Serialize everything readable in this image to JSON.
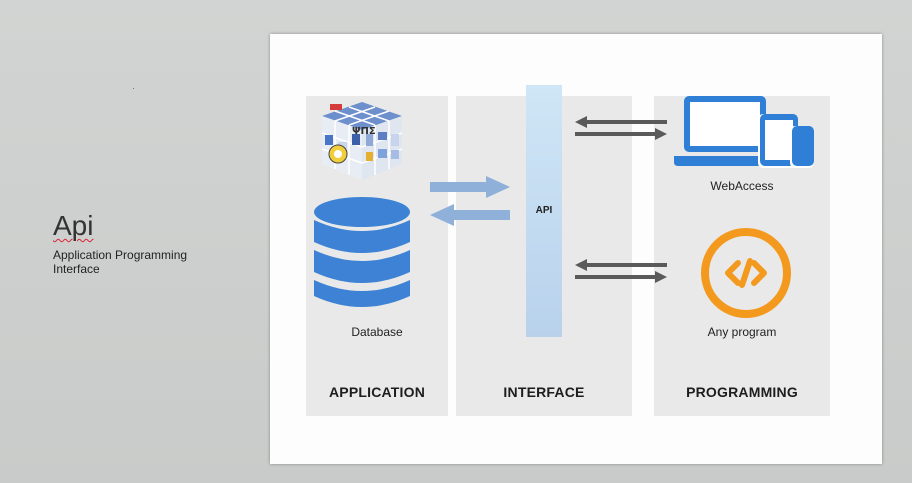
{
  "slide": {
    "title": "Api",
    "subtitle": "Application Programming Interface"
  },
  "diagram": {
    "panels": {
      "application": "APPLICATION",
      "interface": "INTERFACE",
      "programming": "PROGRAMMING"
    },
    "api_label": "API",
    "items": {
      "database": "Database",
      "web_access": "WebAccess",
      "any_program": "Any program"
    },
    "colors": {
      "panel_bg": "#e9e9e9",
      "database_blue": "#3d82d4",
      "device_blue": "#2f7fd6",
      "program_orange": "#f39a1e",
      "arrow_light_blue": "#8fb0d8",
      "arrow_gray": "#5a5a5a",
      "api_bar": "#c5dcf1"
    },
    "icons": [
      "rubiks-cube-icon",
      "database-icon",
      "devices-icon",
      "code-icon"
    ]
  }
}
